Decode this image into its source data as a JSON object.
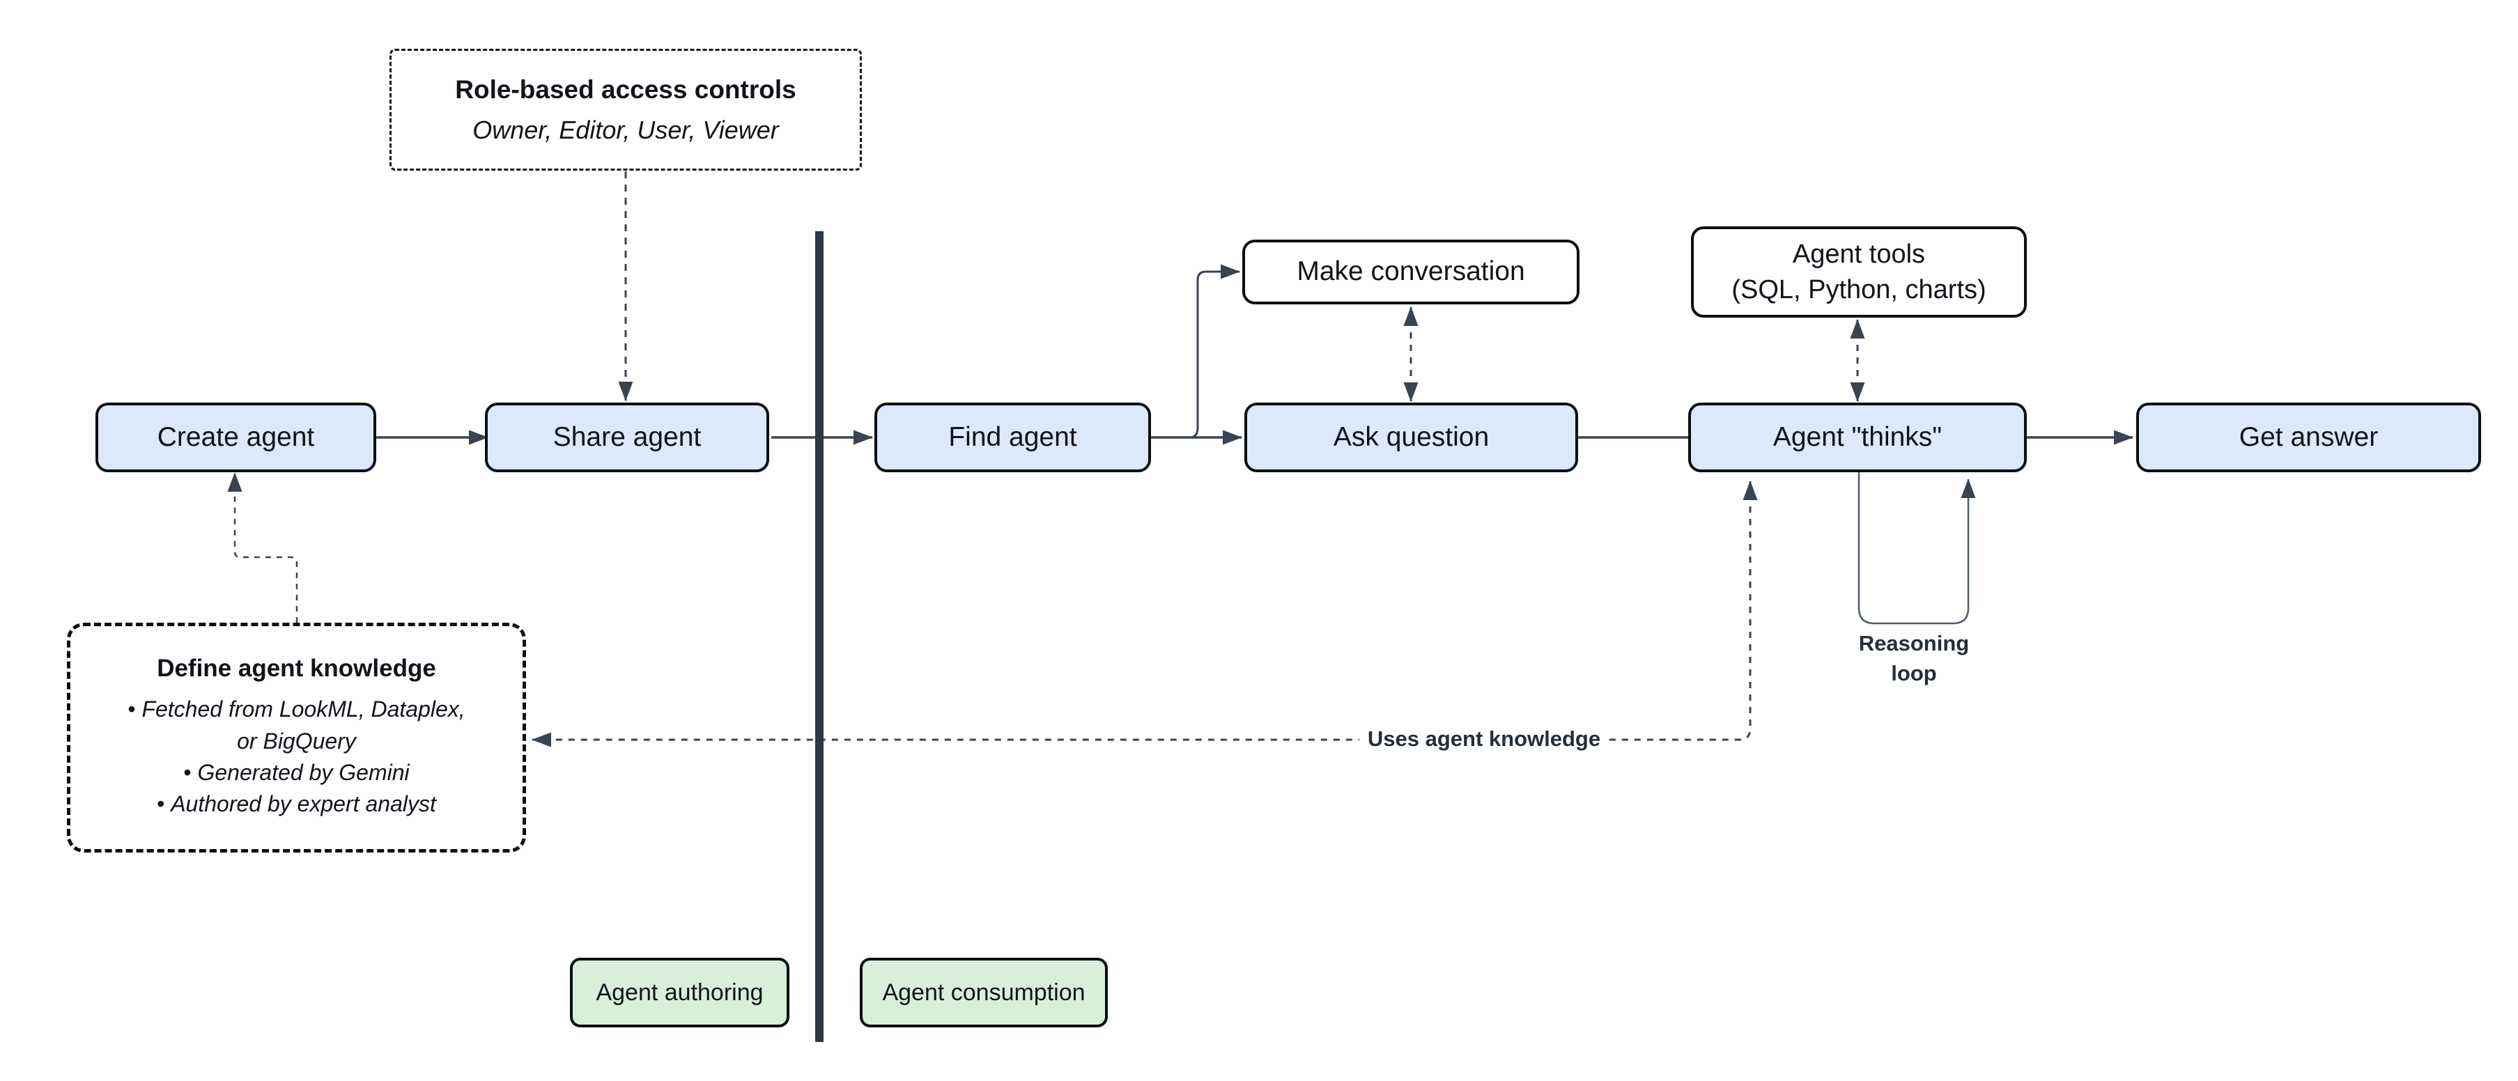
{
  "diagram": {
    "nodes": {
      "create_agent": {
        "label": "Create agent"
      },
      "share_agent": {
        "label": "Share agent"
      },
      "find_agent": {
        "label": "Find agent"
      },
      "ask_question": {
        "label": "Ask question"
      },
      "agent_thinks": {
        "label": "Agent \"thinks\""
      },
      "get_answer": {
        "label": "Get answer"
      },
      "make_conversation": {
        "label": "Make conversation"
      },
      "agent_tools": {
        "line1": "Agent tools",
        "line2": "(SQL, Python, charts)"
      },
      "role_access": {
        "title": "Role-based access controls",
        "subtitle": "Owner, Editor, User, Viewer"
      },
      "define_knowledge": {
        "title": "Define agent knowledge",
        "bullets": [
          "Fetched from LookML, Dataplex, or BigQuery",
          "Generated by Gemini",
          "Authored by expert analyst"
        ]
      }
    },
    "edge_labels": {
      "uses_agent_knowledge": "Uses agent knowledge",
      "reasoning_line1": "Reasoning",
      "reasoning_line2": "loop"
    },
    "zone_labels": {
      "agent_authoring": "Agent authoring",
      "agent_consumption": "Agent consumption"
    },
    "colors": {
      "node_blue": "#dbe9fb",
      "node_green": "#d9f0d8",
      "node_white": "#ffffff",
      "node_border": "#0b0e13",
      "edge_dark": "#3a4350",
      "divider": "#2e3743"
    }
  }
}
